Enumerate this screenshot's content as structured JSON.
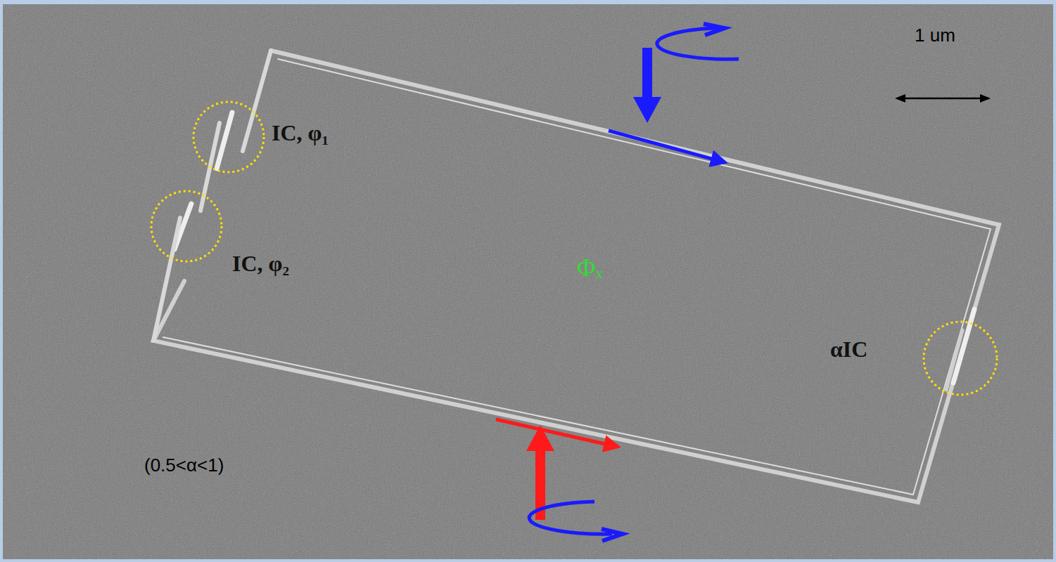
{
  "diagram": {
    "labels": [
      "1 um",
      "IC, φ₁",
      "IC, φ₂",
      "Φₓ",
      "αIC",
      "(0.5<α<1)"
    ]
  }
}
